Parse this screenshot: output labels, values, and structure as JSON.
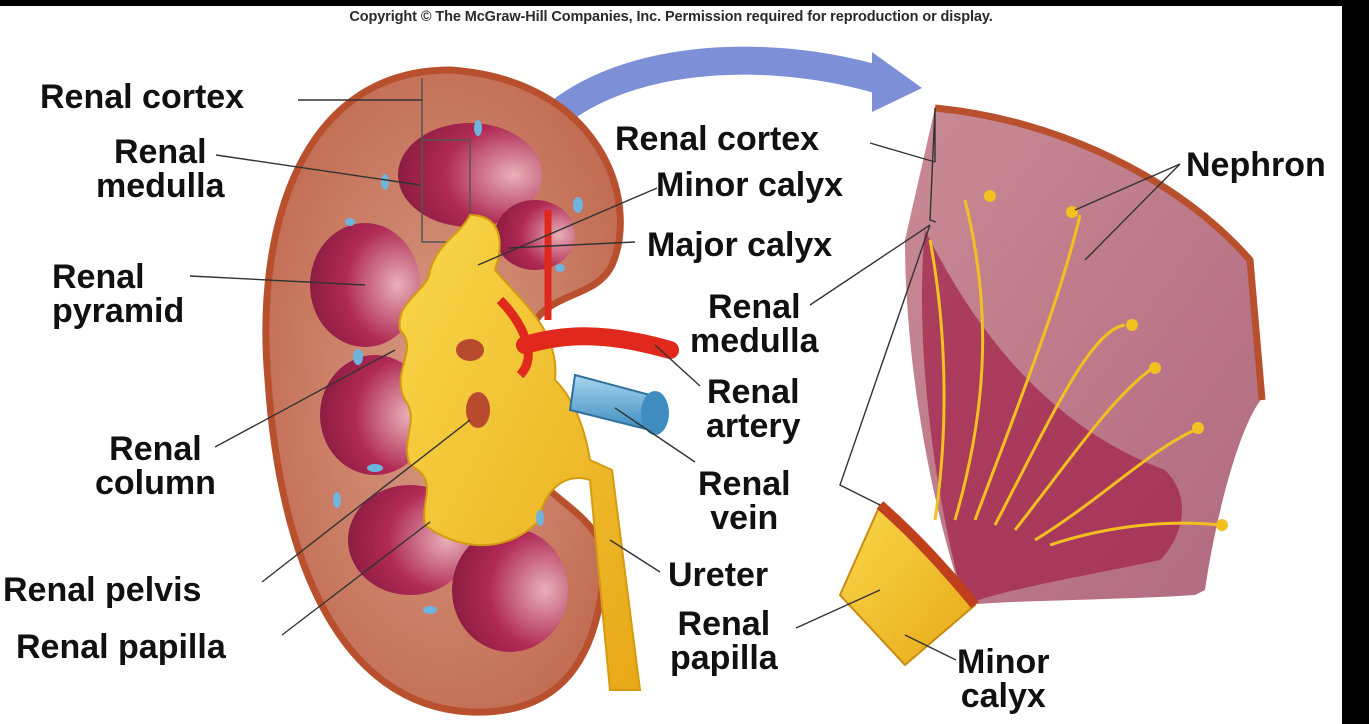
{
  "copyright": "Copyright © The McGraw-Hill Companies, Inc. Permission required for reproduction or display.",
  "labels": {
    "renal_cortex_left": "Renal cortex",
    "renal_medulla_left": [
      "Renal",
      "medulla"
    ],
    "renal_pyramid": [
      "Renal",
      "pyramid"
    ],
    "renal_column": [
      "Renal",
      "column"
    ],
    "renal_pelvis": "Renal pelvis",
    "renal_papilla_left": "Renal papilla",
    "renal_cortex_center": "Renal cortex",
    "minor_calyx_center": "Minor calyx",
    "major_calyx": "Major calyx",
    "renal_medulla_center": [
      "Renal",
      "medulla"
    ],
    "renal_artery": [
      "Renal",
      "artery"
    ],
    "renal_vein": [
      "Renal",
      "vein"
    ],
    "ureter": "Ureter",
    "renal_papilla_center": [
      "Renal",
      "papilla"
    ],
    "minor_calyx_right": [
      "Minor",
      "calyx"
    ],
    "nephron": "Nephron"
  },
  "colors": {
    "cortex": "#c97a62",
    "capsule": "#b8502e",
    "medulla": "#a3264e",
    "calyx": "#f4c22a",
    "artery": "#e0281c",
    "vein": "#6fb4dc",
    "arrow": "#7d8fd6",
    "nephron": "#f2c020"
  }
}
